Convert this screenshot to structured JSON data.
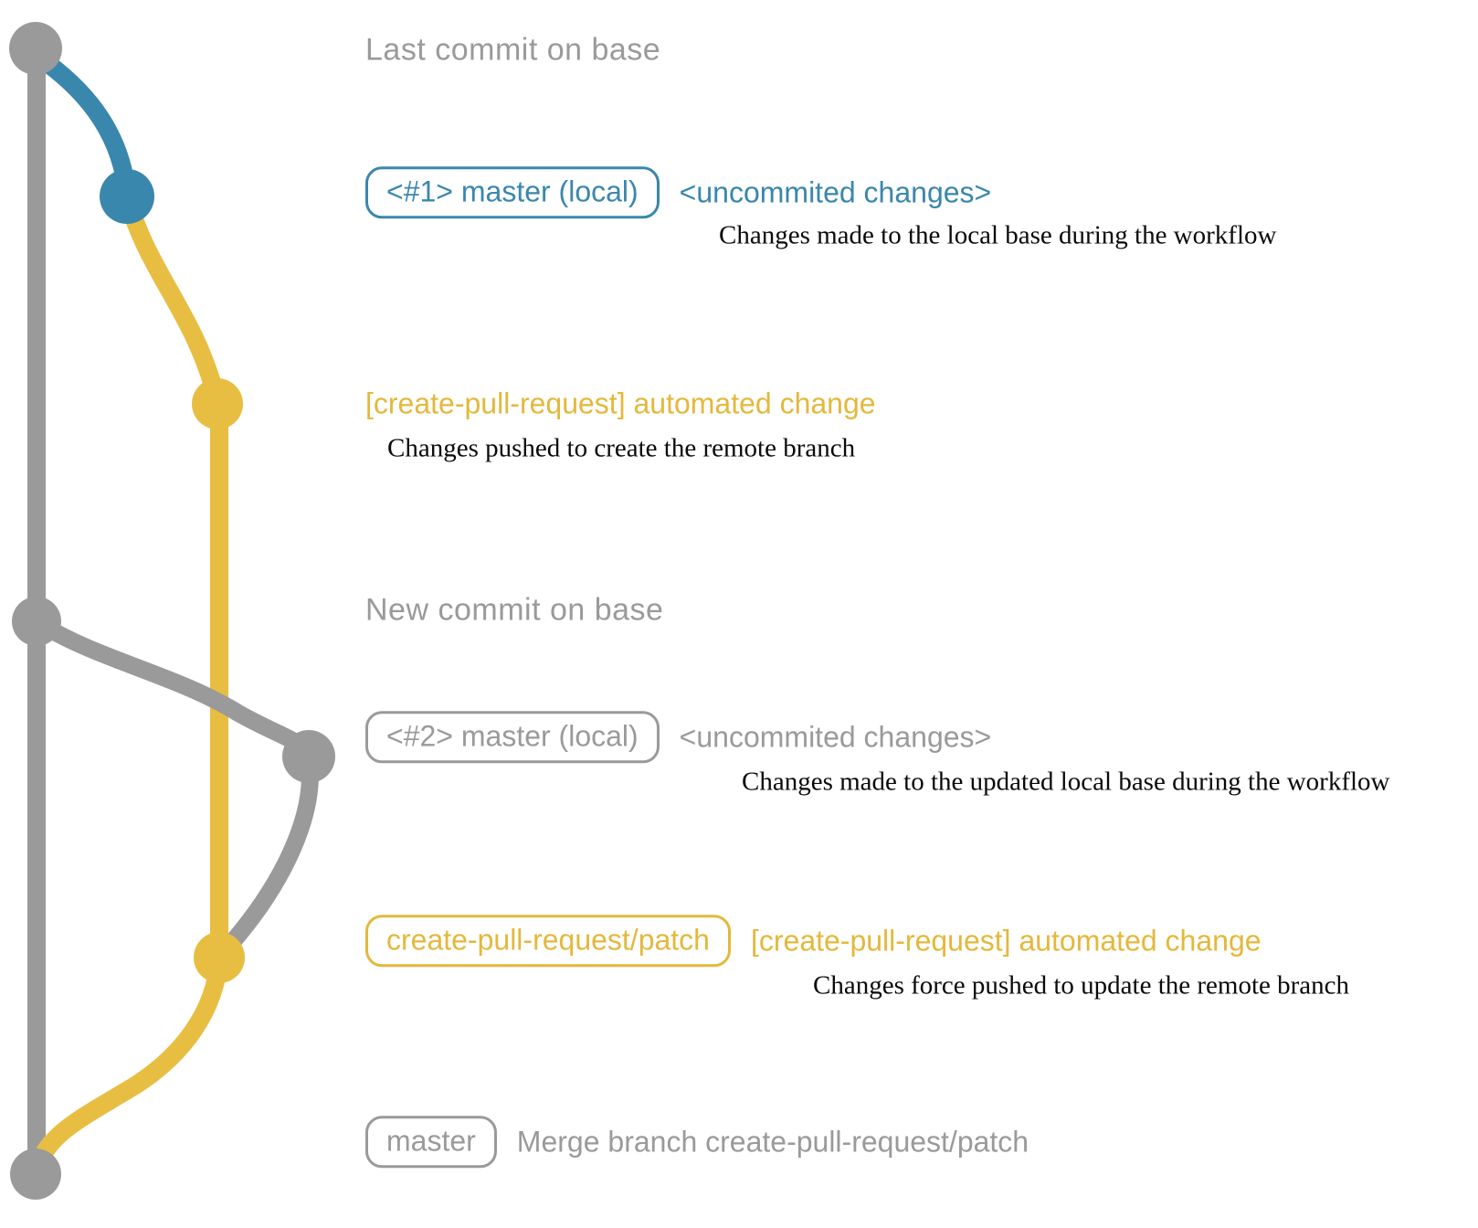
{
  "colors": {
    "base_gray": "#9A9A9A",
    "local_blue": "#3A87AD",
    "remote_yellow": "#E8BE42",
    "detail_ink": "#0a0a0a",
    "background": "#ffffff"
  },
  "rows": {
    "row1": {
      "text": "Last commit on base"
    },
    "row2": {
      "badge": "<#1> master (local)",
      "message": "<uncommited changes>",
      "detail": "Changes made to the local base during the workflow"
    },
    "row3": {
      "message": "[create-pull-request] automated change",
      "detail": "Changes pushed to create the remote branch"
    },
    "row4": {
      "text": "New commit on base"
    },
    "row5": {
      "badge": "<#2> master (local)",
      "message": "<uncommited changes>",
      "detail": "Changes made to the updated local base during the workflow"
    },
    "row6": {
      "badge": "create-pull-request/patch",
      "message": "[create-pull-request] automated change",
      "detail": "Changes force pushed to update the remote branch"
    },
    "row7": {
      "badge": "master",
      "message": "Merge branch create-pull-request/patch"
    }
  },
  "graph": {
    "branches": [
      {
        "name": "base",
        "color": "#9A9A9A"
      },
      {
        "name": "master-local",
        "color": "#3A87AD"
      },
      {
        "name": "create-pull-request/patch",
        "color": "#E8BE42"
      }
    ],
    "commits": [
      {
        "id": "last-commit-on-base",
        "branch": "base",
        "color": "#9A9A9A"
      },
      {
        "id": "uncommited-changes-1",
        "branch": "master-local",
        "color": "#3A87AD"
      },
      {
        "id": "automated-change-1",
        "branch": "create-pull-request/patch",
        "color": "#E8BE42"
      },
      {
        "id": "new-commit-on-base",
        "branch": "base",
        "color": "#9A9A9A"
      },
      {
        "id": "uncommited-changes-2",
        "branch": "master-local-2",
        "color": "#9A9A9A"
      },
      {
        "id": "automated-change-2",
        "branch": "create-pull-request/patch",
        "color": "#E8BE42"
      },
      {
        "id": "merge-commit",
        "branch": "base",
        "color": "#9A9A9A"
      }
    ]
  }
}
